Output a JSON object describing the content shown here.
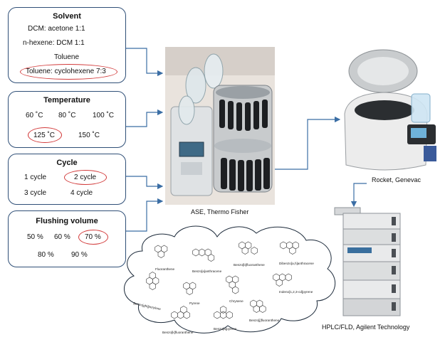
{
  "solvent": {
    "title": "Solvent",
    "options": [
      "DCM: acetone 1:1",
      "n-hexene: DCM 1:1",
      "Toluene",
      "Toluene: cyclohexene 7:3"
    ]
  },
  "temperature": {
    "title": "Temperature",
    "options": [
      "60 ˚C",
      "80 ˚C",
      "100 ˚C",
      "125 ˚C",
      "150 ˚C"
    ]
  },
  "cycle": {
    "title": "Cycle",
    "options": [
      "1 cycle",
      "2 cycle",
      "3 cycle",
      "4 cycle"
    ]
  },
  "flushing": {
    "title": "Flushing volume",
    "options": [
      "50 %",
      "60 %",
      "70 %",
      "80 %",
      "90 %"
    ]
  },
  "instruments": {
    "ase": "ASE, Thermo Fisher",
    "rocket": "Rocket, Genevac",
    "hplc": "HPLC/FLD, Agilent Technology"
  },
  "pahs": [
    "Fluoranthene",
    "Benzo[a]anthracene",
    "Benzo[b]fluoranthene",
    "Dibenzo[a,h]anthracene",
    "Benzo[ghi]perylene",
    "Pyrene",
    "Chrysene",
    "Indeno[1,2,3-cd]pyrene",
    "Benzo[k]fluoranthene",
    "Benzo[j]fluoranthene",
    "Benzo[a]pyrene"
  ],
  "colors": {
    "box_border": "#2f4f77",
    "highlight": "#d23a3a",
    "arrow": "#3b6ea5"
  }
}
